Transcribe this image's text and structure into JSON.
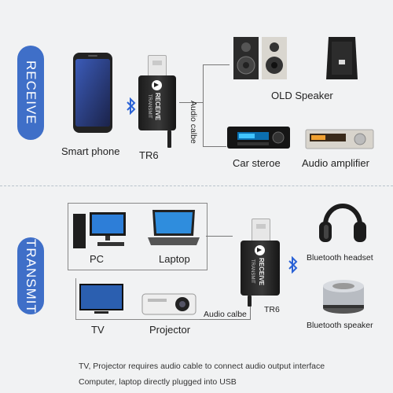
{
  "sections": {
    "receive": "RECEIVE",
    "transmit": "TRANSMIT"
  },
  "receive": {
    "smart_phone": "Smart phone",
    "device_name": "TR6",
    "audio_cable": "Audio calbe",
    "old_speaker": "OLD Speaker",
    "car_stereo": "Car steroe",
    "audio_amplifier": "Audio amplifier",
    "dongle_top": "RECEIVE",
    "dongle_bottom": "TRANSMIT"
  },
  "transmit": {
    "pc": "PC",
    "laptop": "Laptop",
    "tv": "TV",
    "projector": "Projector",
    "audio_cable": "Audio calbe",
    "device_name": "TR6",
    "bt_headset": "Bluetooth headset",
    "bt_speaker": "Bluetooth speaker",
    "dongle_top": "RECEIVE",
    "dongle_bottom": "TRANSMIT"
  },
  "notes": {
    "line1": "TV, Projector requires audio cable to connect audio output interface",
    "line2": "Computer, laptop directly plugged into USB"
  },
  "colors": {
    "accent": "#3f6fc8",
    "bluetooth": "#2a62d6"
  }
}
